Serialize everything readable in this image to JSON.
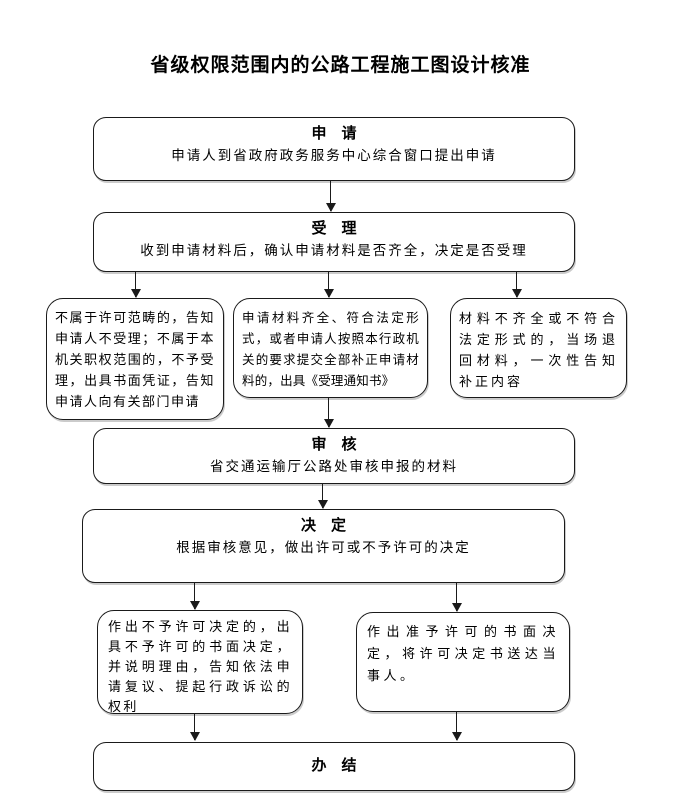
{
  "page": {
    "title": "省级权限范围内的公路工程施工图设计核准"
  },
  "colors": {
    "ink": "#000000",
    "border": "#1a1a1a",
    "background": "#ffffff"
  },
  "flowchart": {
    "apply": {
      "heading": "申　请",
      "body": "申请人到省政府政务服务中心综合窗口提出申请"
    },
    "accept": {
      "heading": "受　理",
      "body": "收到申请材料后，确认申请材料是否齐全，决定是否受理"
    },
    "not_accept": {
      "body": "不属于许可范畴的，告知申请人不受理；不属于本机关职权范围的，不予受理，出具书面凭证，告知申请人向有关部门申请"
    },
    "notice": {
      "body": "申请材料齐全、符合法定形式，或者申请人按照本行政机关的要求提交全部补正申请材料的，出具《受理通知书》"
    },
    "supplement": {
      "body": "材料不齐全或不符合法定形式的，当场退回材料，一次性告知补正内容"
    },
    "review": {
      "heading": "审　核",
      "body": "省交通运输厅公路处审核申报的材料"
    },
    "decision": {
      "heading": "决　定",
      "body": "根据审核意见，做出许可或不予许可的决定"
    },
    "deny": {
      "body": "作出不予许可决定的，出具不予许可的书面决定，并说明理由，告知依法申请复议、提起行政诉讼的权利"
    },
    "grant": {
      "body": "作出准予许可的书面决定，将许可决定书送达当事人。"
    },
    "complete": {
      "heading": "办　结"
    }
  }
}
